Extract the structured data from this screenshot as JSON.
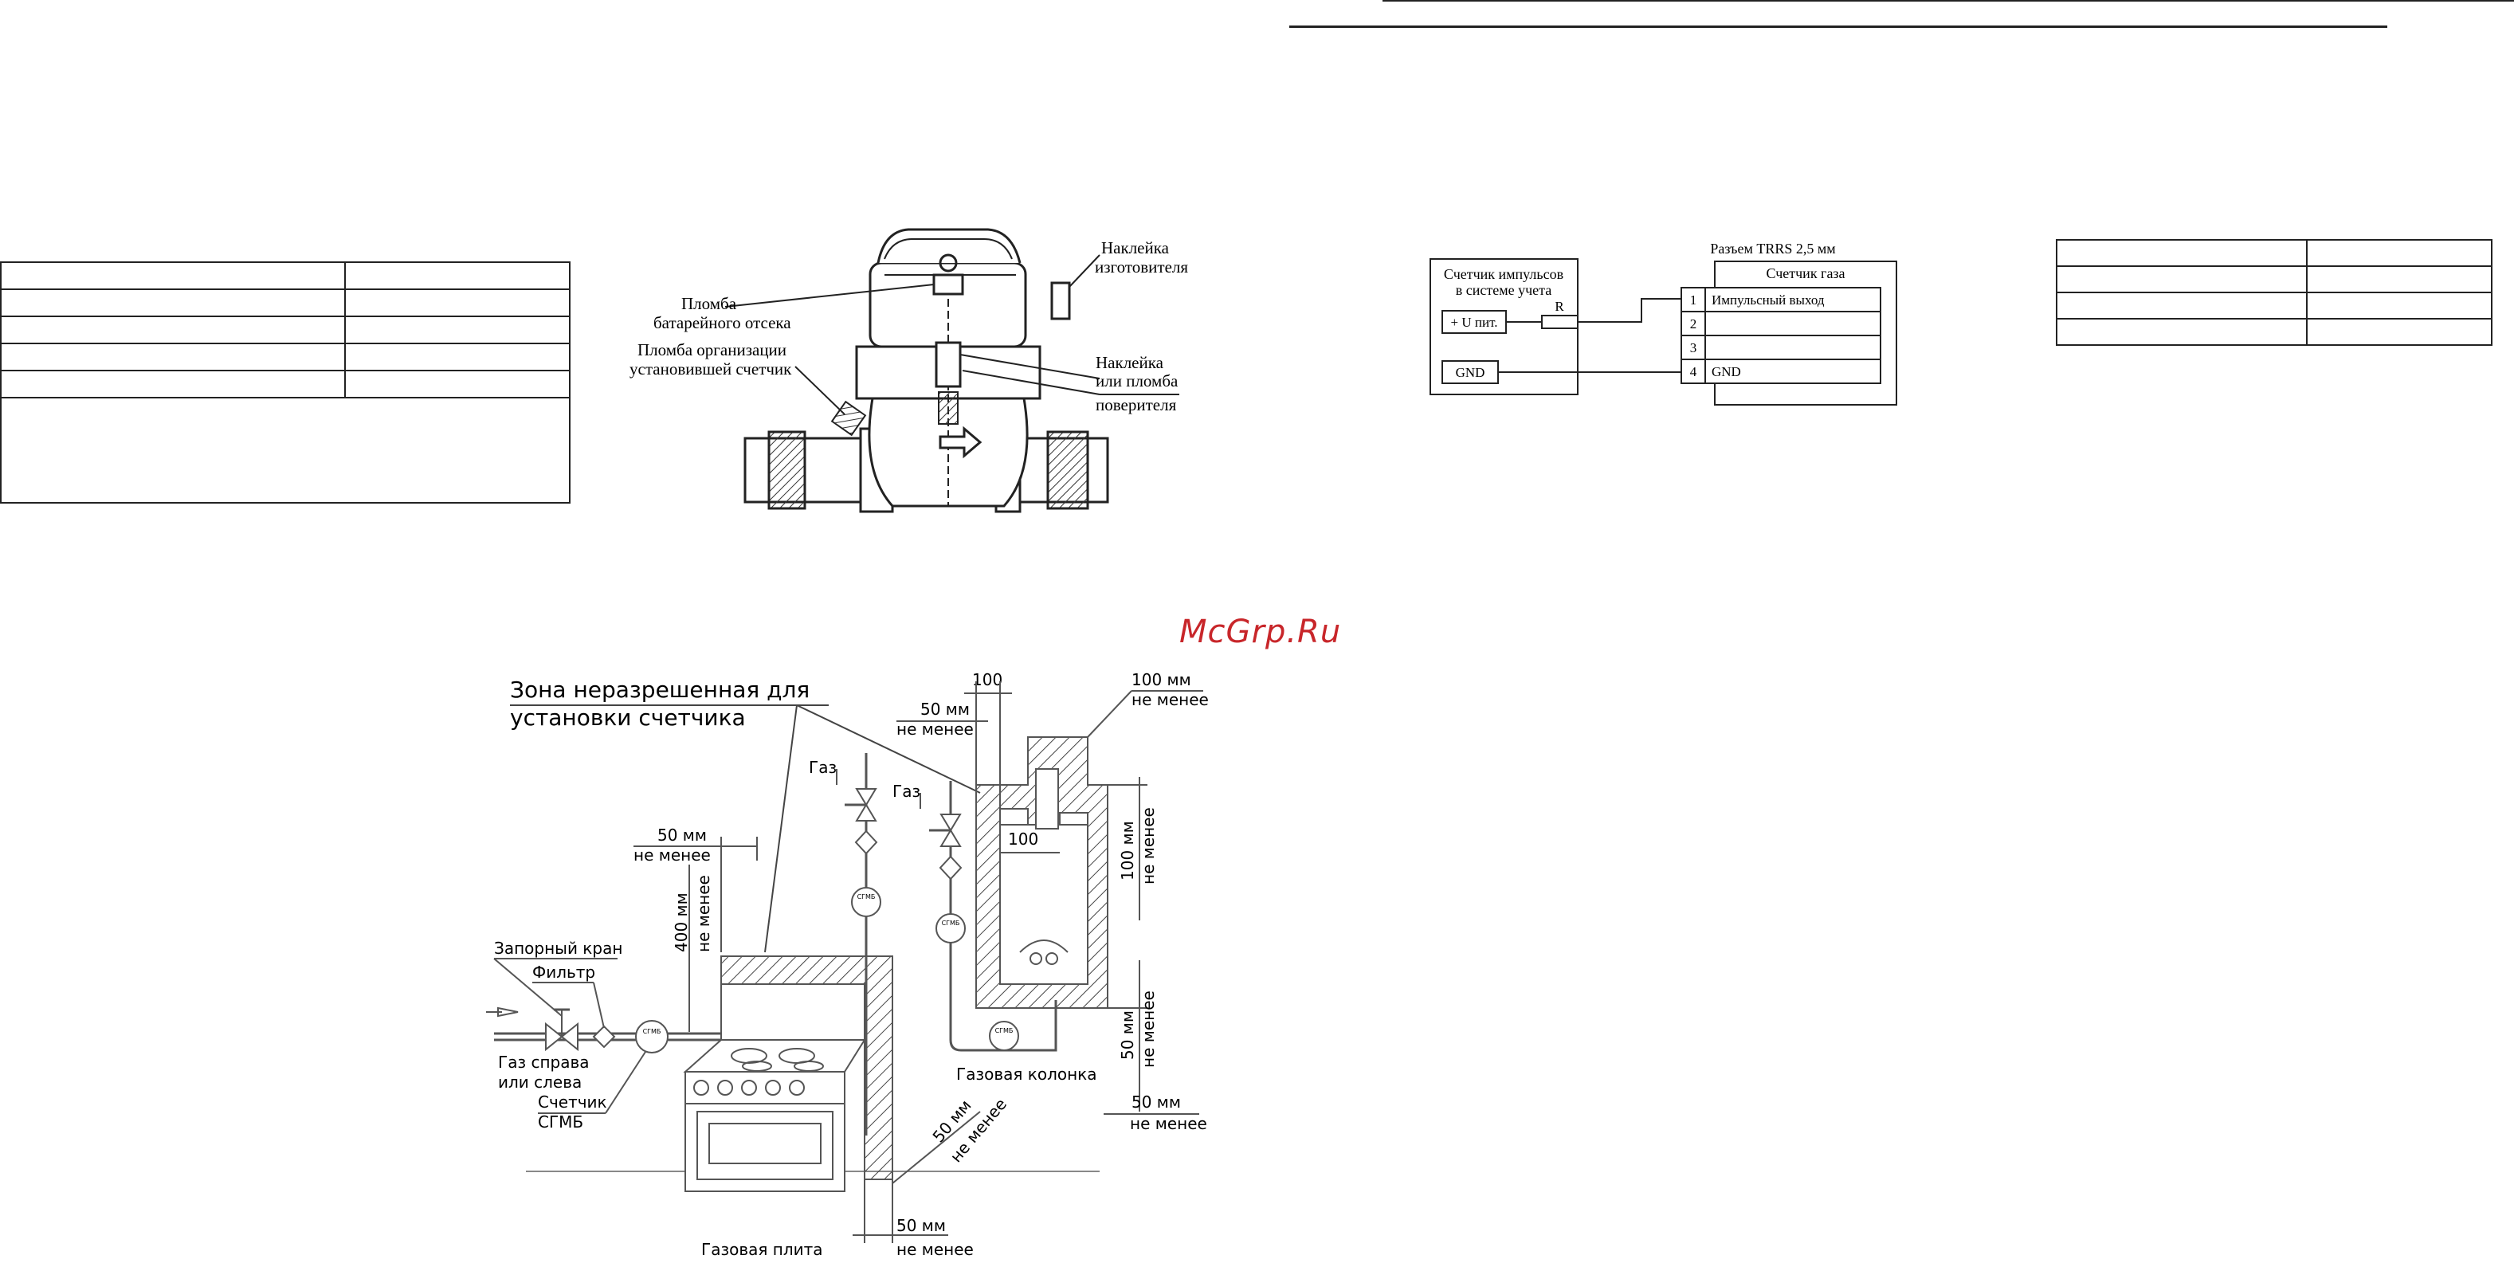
{
  "meter_figure": {
    "label_seal_battery": [
      "Пломба",
      "батарейного отсека"
    ],
    "label_seal_installer": [
      "Пломба организации",
      "установившей счетчик"
    ],
    "label_manufacturer_sticker": [
      "Наклейка",
      "изготовителя"
    ],
    "label_verifier_sticker": [
      "Наклейка",
      "или пломба",
      "поверителя"
    ]
  },
  "wiring_diagram": {
    "left_box_title": [
      "Счетчик импульсов",
      "в системе учета"
    ],
    "supply_label": "+ U пит.",
    "resistor_label": "R",
    "gnd_label": "GND",
    "connector_title": "Разъем TRRS 2,5 мм",
    "gas_meter_title": "Счетчик газа",
    "pins": [
      {
        "num": "1",
        "name": "Импульсный выход"
      },
      {
        "num": "2",
        "name": ""
      },
      {
        "num": "3",
        "name": ""
      },
      {
        "num": "4",
        "name": "GND"
      }
    ]
  },
  "watermark": "McGrp.Ru",
  "installation_figure": {
    "zone_title": [
      "Зона неразрешенная для",
      "установки счетчика"
    ],
    "gas_label": "Газ",
    "gas_label_2": "Газ",
    "shutoff_valve": "Запорный кран",
    "filter": "Фильтр",
    "gas_direction": [
      "Газ справа",
      "или слева"
    ],
    "meter": [
      "Счетчик",
      "СГМБ"
    ],
    "meter_badge": "СГМБ",
    "stove": "Газовая плита",
    "heater": "Газовая колонка",
    "dim_50_not_less_top": [
      "50 мм",
      "не менее"
    ],
    "dim_400_not_less": [
      "400 мм",
      "не менее"
    ],
    "dim_50_not_less_heater": [
      "50 мм",
      "не менее"
    ],
    "dim_100_top": "100",
    "dim_100mm_not_less": [
      "100 мм",
      "не менее"
    ],
    "dim_100_inner": "100",
    "dim_100mm_vertical": [
      "100 мм",
      "не менее"
    ],
    "dim_50mm_vertical": [
      "50 мм",
      "не менее"
    ],
    "dim_50mm_right": [
      "50 мм",
      "не менее"
    ],
    "dim_50mm_diag": [
      "50 мм",
      "не менее"
    ],
    "dim_50mm_bottom": [
      "50 мм",
      "не менее"
    ]
  }
}
